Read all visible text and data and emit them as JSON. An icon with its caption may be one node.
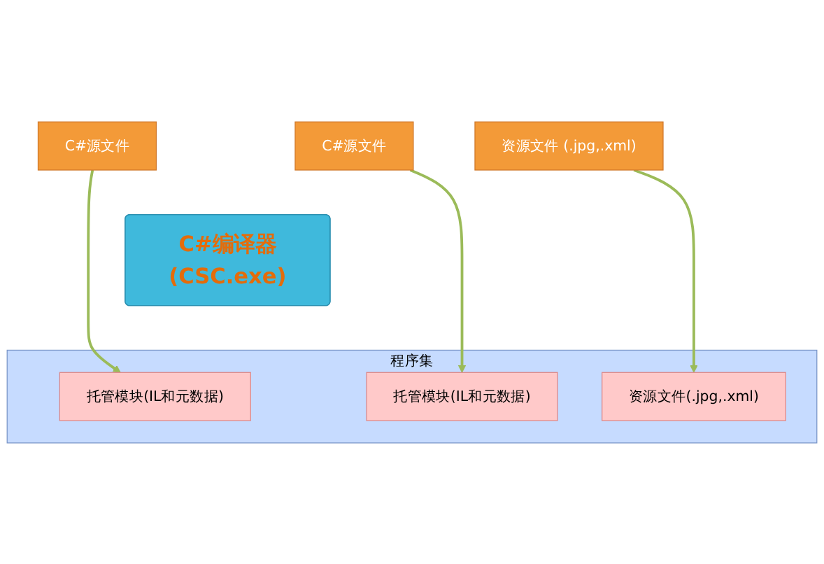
{
  "diagram": {
    "nodes": [
      {
        "text": [
          "C#源文件"
        ]
      },
      {
        "text": [
          "C#源文件"
        ]
      },
      {
        "text": [
          "资源文件 (.jpg,.xml)"
        ]
      },
      {
        "text": [
          "C#编译器(CSC.exe)"
        ]
      },
      {
        "text": [
          "程序集"
        ]
      },
      {
        "text": [
          "托管模块(IL和元数据)"
        ],
        "in": 4
      },
      {
        "text": [
          "托管模块(IL和元数据)"
        ],
        "in": 4
      },
      {
        "text": [
          "资源文件(.jpg,.xml)"
        ],
        "in": 4
      }
    ],
    "edges": [
      {
        "from": 0,
        "to": 5,
        "arrow": "to"
      },
      {
        "from": 1,
        "to": 6,
        "arrow": "to"
      },
      {
        "from": 2,
        "to": 7,
        "arrow": "to"
      }
    ]
  }
}
